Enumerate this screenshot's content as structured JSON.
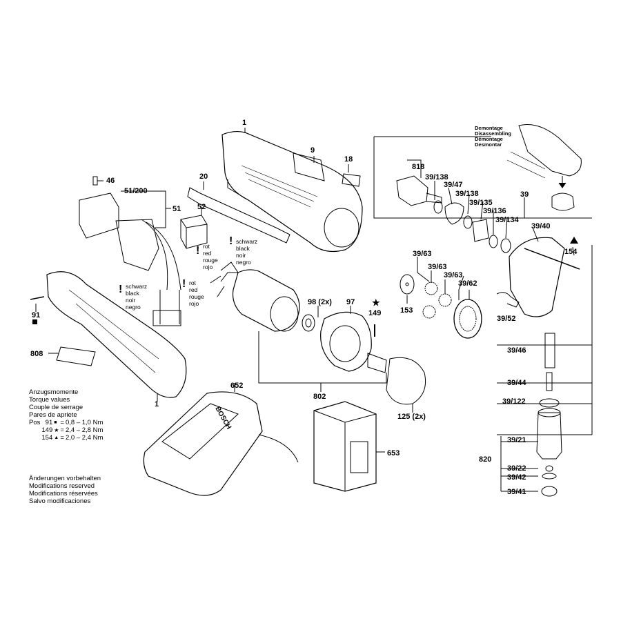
{
  "parts": {
    "p1_top": "1",
    "p9": "9",
    "p18": "18",
    "p20": "20",
    "p46": "46",
    "p51_200": "51/200",
    "p51": "51",
    "p52": "52",
    "p91": "91",
    "p808": "808",
    "p1_bottom": "1",
    "p98": "98 (2x)",
    "p97": "97",
    "p149": "149",
    "p153": "153",
    "p802": "802",
    "p125": "125 (2x)",
    "p652": "652",
    "p653": "653",
    "p818": "818",
    "p39_138a": "39/138",
    "p39_47": "39/47",
    "p39_138b": "39/138",
    "p39_135": "39/135",
    "p39_136": "39/136",
    "p39_134": "39/134",
    "p39": "39",
    "p39_40": "39/40",
    "p154": "154",
    "p39_63a": "39/63",
    "p39_63b": "39/63",
    "p39_63c": "39/63",
    "p39_62": "39/62",
    "p39_52": "39/52",
    "p39_46": "39/46",
    "p39_44": "39/44",
    "p39_122": "39/122",
    "p39_21": "39/21",
    "p820": "820",
    "p39_22": "39/22",
    "p39_42": "39/42",
    "p39_41": "39/41"
  },
  "wire_colors_left": [
    "schwarz",
    "black",
    "noir",
    "negro"
  ],
  "wire_colors_right": [
    "rot",
    "red",
    "rouge",
    "rojo"
  ],
  "wire_colors_motor_red": [
    "rot",
    "red",
    "rouge",
    "rojo"
  ],
  "wire_colors_motor_black": [
    "schwarz",
    "black",
    "noir",
    "negro"
  ],
  "demontage": [
    "Demontage",
    "Disassembling",
    "Démontage",
    "Desmontar"
  ],
  "torque": {
    "heading": [
      "Anzugsmomente",
      "Torque values",
      "Couple de serrage",
      "Pares de apriete"
    ],
    "pos_label": "Pos",
    "rows": [
      {
        "pos": "91",
        "symbol": "■",
        "value": "0,8 – 1,0 Nm"
      },
      {
        "pos": "149",
        "symbol": "★",
        "value": "2,4 – 2,8 Nm"
      },
      {
        "pos": "154",
        "symbol": "▲",
        "value": "2,0 – 2,4 Nm"
      }
    ]
  },
  "changes": [
    "Änderungen vorbehalten",
    "Modifications reserved",
    "Modifications réservées",
    "Salvo modificaciones"
  ],
  "symbols": {
    "square": "■",
    "star": "★",
    "triangle": "▲",
    "warn": "!"
  },
  "brand_on_charger": "BOSCH"
}
